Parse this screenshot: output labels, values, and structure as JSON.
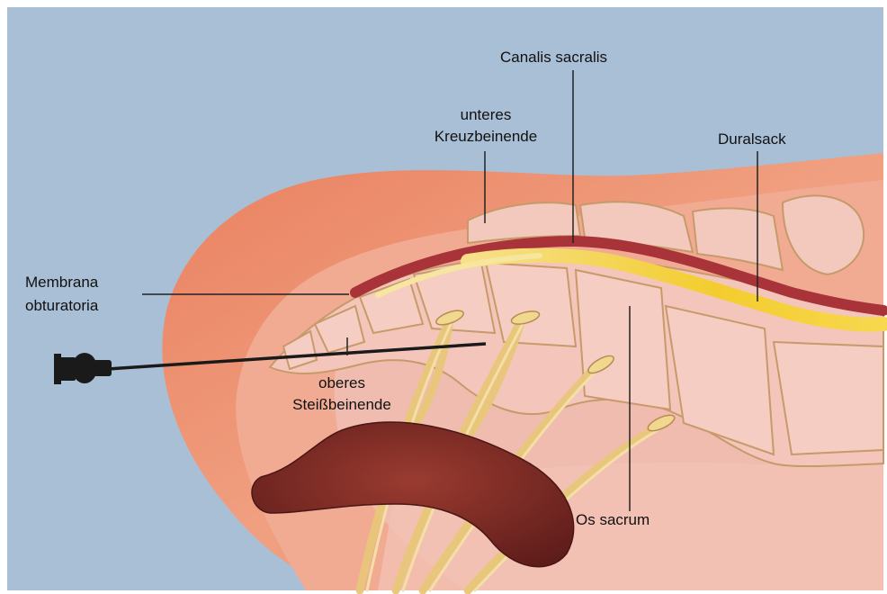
{
  "labels": {
    "canalis_sacralis": "Canalis sacralis",
    "unteres_line1": "unteres",
    "unteres_line2": "Kreuzbeinende",
    "duralsack": "Duralsack",
    "membrana_line1": "Membrana",
    "membrana_line2": "obturatoria",
    "oberes_line1": "oberes",
    "oberes_line2": "Steißbeinende",
    "os_sacrum": "Os sacrum"
  },
  "colors": {
    "background_sky": "#a9bfd6",
    "skin_outer": "#ec8a6b",
    "skin_inner": "#f2a78c",
    "tissue_pink": "#efb3a6",
    "bone_fill": "#f3c3b8",
    "bone_outline": "#c79a6a",
    "canal_dark": "#a8343a",
    "dural_yellow": "#f2cf3a",
    "nerve_yellow": "#e8c77a",
    "rectum_dark": "#7a2a26",
    "needle": "#1a1a1a",
    "label_line": "#222222"
  }
}
